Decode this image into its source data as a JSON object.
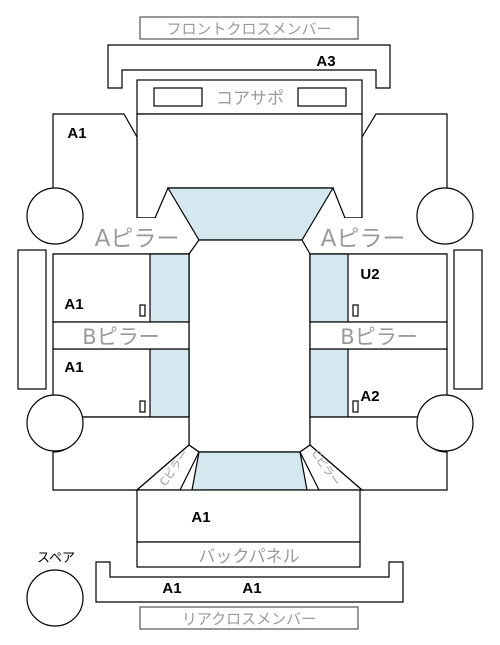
{
  "labels": {
    "front_cross_member": "フロントクロスメンバー",
    "core_support": "コアサポ",
    "a_pillar_left": "Aピラー",
    "a_pillar_right": "Aピラー",
    "b_pillar_left": "Bピラー",
    "b_pillar_right": "Bピラー",
    "back_panel": "バックパネル",
    "rear_cross_member": "リアクロスメンバー",
    "spare": "スペア",
    "c_pillar_left": "Cピラー",
    "c_pillar_right": "Cピラー"
  },
  "damage_codes": {
    "front_cross_member": "A3",
    "front_left_fender": "A1",
    "front_left_door": "A1",
    "rear_left_door": "A1",
    "front_right_door": "U2",
    "rear_right_door": "A2",
    "trunk_floor": "A1",
    "rear_cross_member_left": "A1",
    "rear_cross_member_right": "A1"
  },
  "colors": {
    "line": "#000000",
    "glass": "#d4e8f0",
    "label_gray": "#9a9a9a"
  }
}
